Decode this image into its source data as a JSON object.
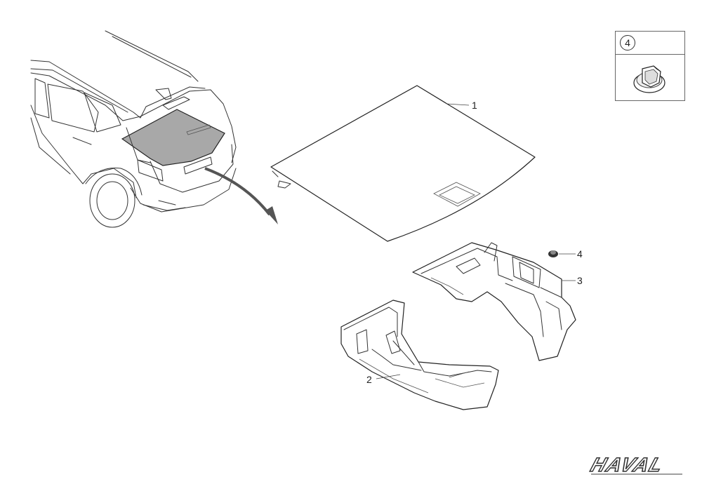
{
  "callouts": {
    "c1": "1",
    "c2": "2",
    "c3": "3",
    "c4": "4"
  },
  "inset": {
    "label": "4"
  },
  "brand": {
    "logo_text": "HAVAL"
  },
  "colors": {
    "window_highlight": "#a8a8a8",
    "line": "#222222",
    "arrow": "#555555"
  }
}
